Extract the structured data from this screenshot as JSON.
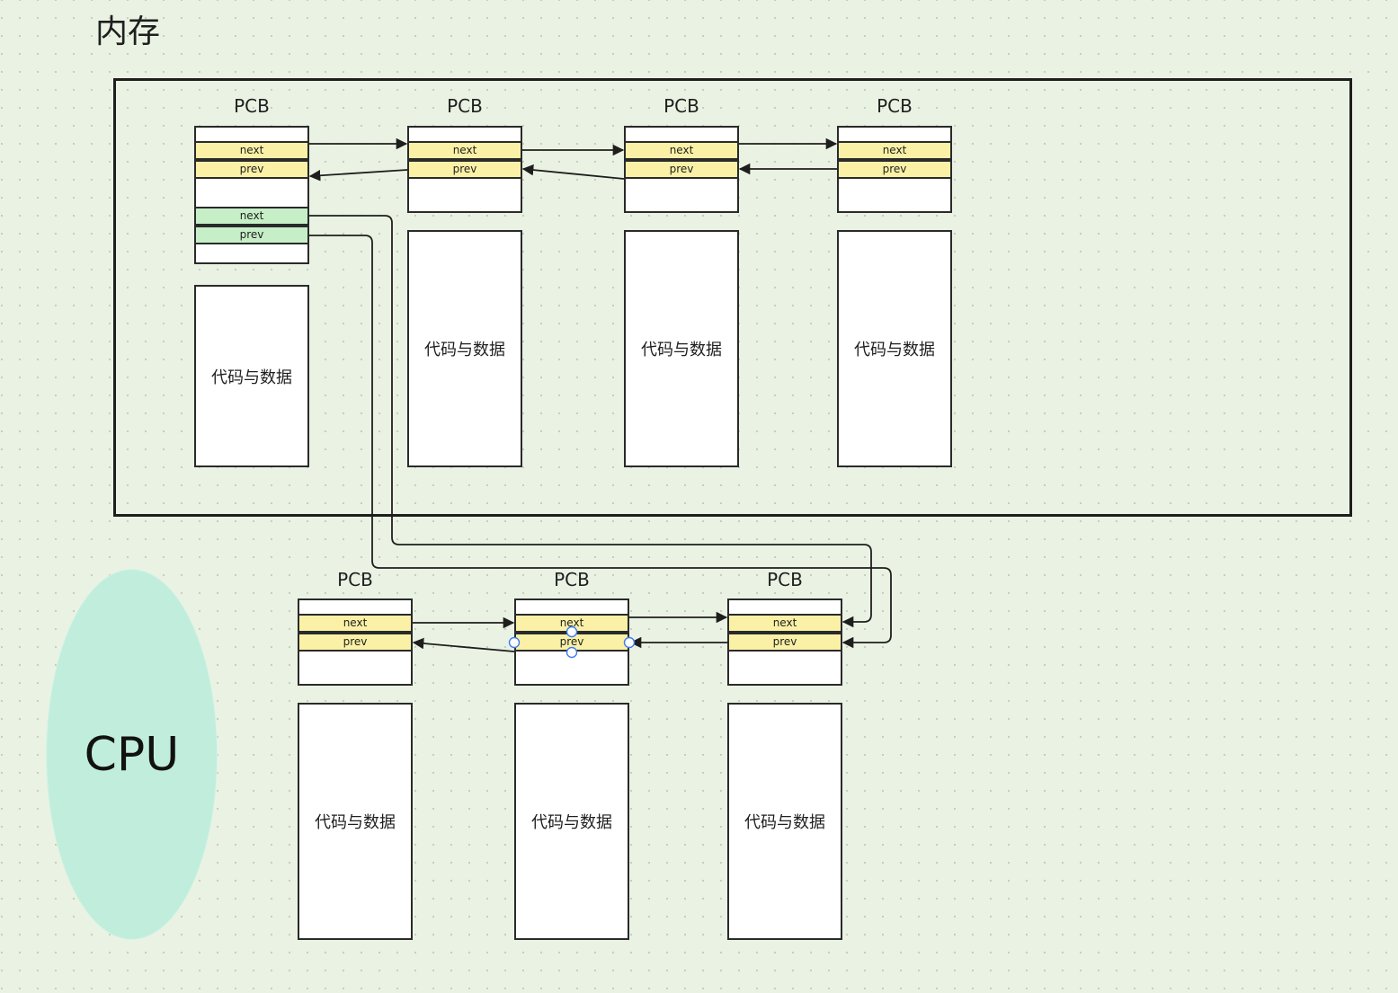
{
  "title": "内存",
  "cpu": {
    "label": "CPU",
    "color": "#c1eedc"
  },
  "pcb_label": "PCB",
  "code_label": "代码与数据",
  "field_next": "next",
  "field_prev": "prev",
  "colors": {
    "background": "#eaf3e3",
    "field_yellow": "#faf1a6",
    "field_green": "#c6efc7",
    "selection_handle": "#3d7cf2"
  },
  "memory_pcbs": [
    {
      "label": "PCB",
      "has_second_links": true
    },
    {
      "label": "PCB",
      "has_second_links": false
    },
    {
      "label": "PCB",
      "has_second_links": false
    },
    {
      "label": "PCB",
      "has_second_links": false
    }
  ],
  "run_queue_pcbs": [
    {
      "label": "PCB",
      "selected_field": false
    },
    {
      "label": "PCB",
      "selected_field": true
    },
    {
      "label": "PCB",
      "selected_field": false
    }
  ]
}
